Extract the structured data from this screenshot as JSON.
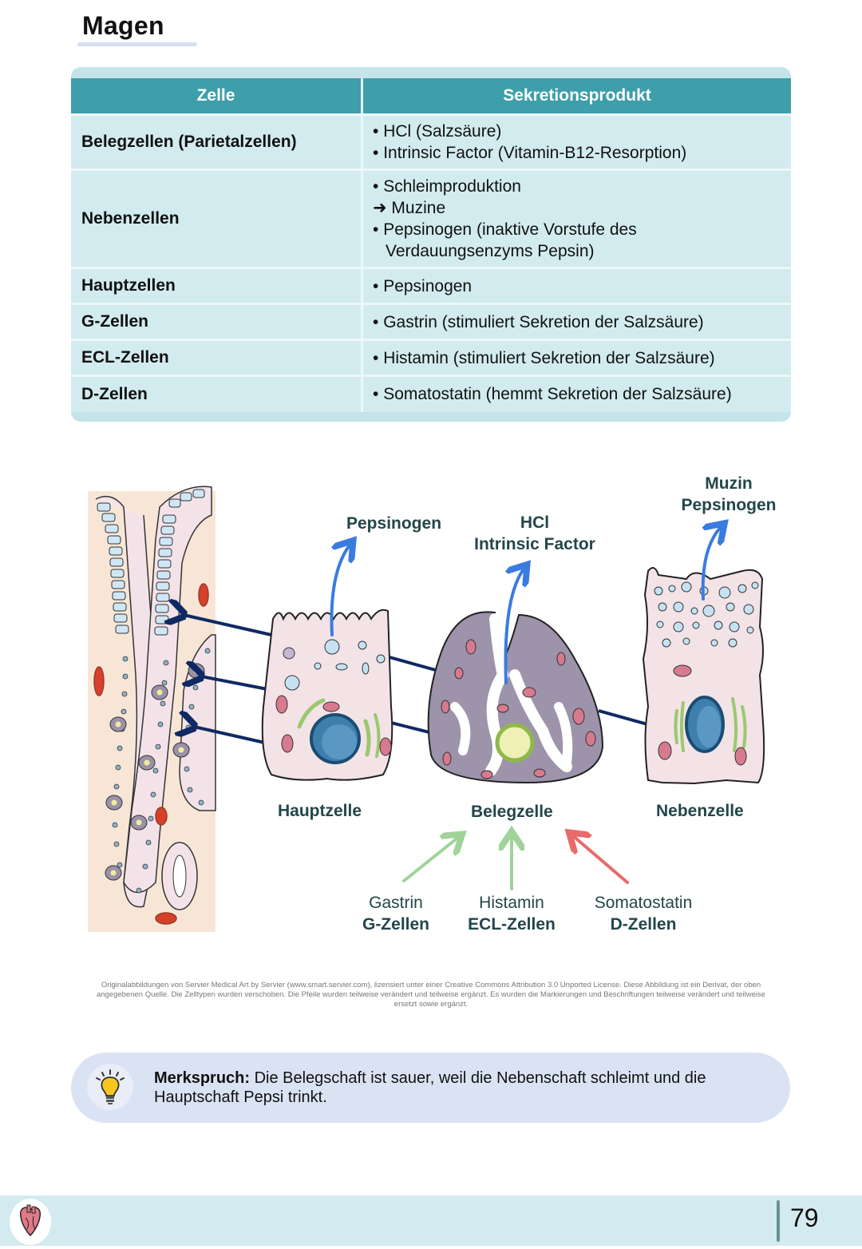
{
  "page": {
    "title": "Magen",
    "page_number": "79"
  },
  "table": {
    "headers": [
      "Zelle",
      "Sekretionsprodukt"
    ],
    "rows": [
      {
        "cell": "Belegzellen (Parietalzellen)",
        "products": [
          "HCl (Salzsäure)",
          "Intrinsic Factor (Vitamin-B12-Resorption)"
        ]
      },
      {
        "cell": "Nebenzellen",
        "products": [
          "Schleimproduktion",
          "➜ Muzine",
          "Pepsinogen (inaktive Vorstufe des Verdauungsenzyms Pepsin)"
        ]
      },
      {
        "cell": "Hauptzellen",
        "products": [
          "Pepsinogen"
        ]
      },
      {
        "cell": "G-Zellen",
        "products": [
          "Gastrin (stimuliert Sekretion der Salzsäure)"
        ]
      },
      {
        "cell": "ECL-Zellen",
        "products": [
          "Histamin (stimuliert Sekretion der Salzsäure)"
        ]
      },
      {
        "cell": "D-Zellen",
        "products": [
          "Somatostatin (hemmt Sekretion der Salzsäure)"
        ]
      }
    ]
  },
  "diagram": {
    "secretions": {
      "hauptzelle": "Pepsinogen",
      "belegzelle_line1": "HCl",
      "belegzelle_line2": "Intrinsic Factor",
      "nebenzelle_line1": "Muzin",
      "nebenzelle_line2": "Pepsinogen"
    },
    "cells": {
      "hauptzelle": "Hauptzelle",
      "belegzelle": "Belegzelle",
      "nebenzelle": "Nebenzelle"
    },
    "regulators": [
      {
        "hormone": "Gastrin",
        "source": "G-Zellen",
        "effect": "stimulating",
        "color": "#9fd39a"
      },
      {
        "hormone": "Histamin",
        "source": "ECL-Zellen",
        "effect": "stimulating",
        "color": "#9fd39a"
      },
      {
        "hormone": "Somatostatin",
        "source": "D-Zellen",
        "effect": "inhibiting",
        "color": "#e86a6a"
      }
    ],
    "colors": {
      "secretion_arrow": "#3a7be0",
      "location_arrow": "#0f2a63",
      "label": "#23464a"
    }
  },
  "credit": {
    "text": "Originalabbildungen von Servier Medical Art by Servier (www.smart.servier.com), lizensiert unter einer Creative Commons Attribution 3.0 Unported License. Diese Abbildung ist ein Derivat, der oben angegebenen Quelle. Die Zelltypen wurden verschoben. Die Pfeile wurden teilweise verändert und teilweise ergänzt. Es wurden die Markierungen und Beschriftungen teilweise verändert und teilweise ersetzt sowie ergänzt."
  },
  "merkspruch": {
    "label": "Merkspruch:",
    "text": " Die Belegschaft ist sauer, weil die Nebenschaft schleimt und die Hauptschaft Pepsi trinkt.",
    "icon": "lightbulb-icon"
  },
  "footer": {
    "icon": "heart-icon"
  },
  "colors": {
    "table_header": "#3e9ea9",
    "table_row": "#d2ebef",
    "merk_bg": "#dae3f3",
    "footer_bg": "#d3ebf0"
  }
}
